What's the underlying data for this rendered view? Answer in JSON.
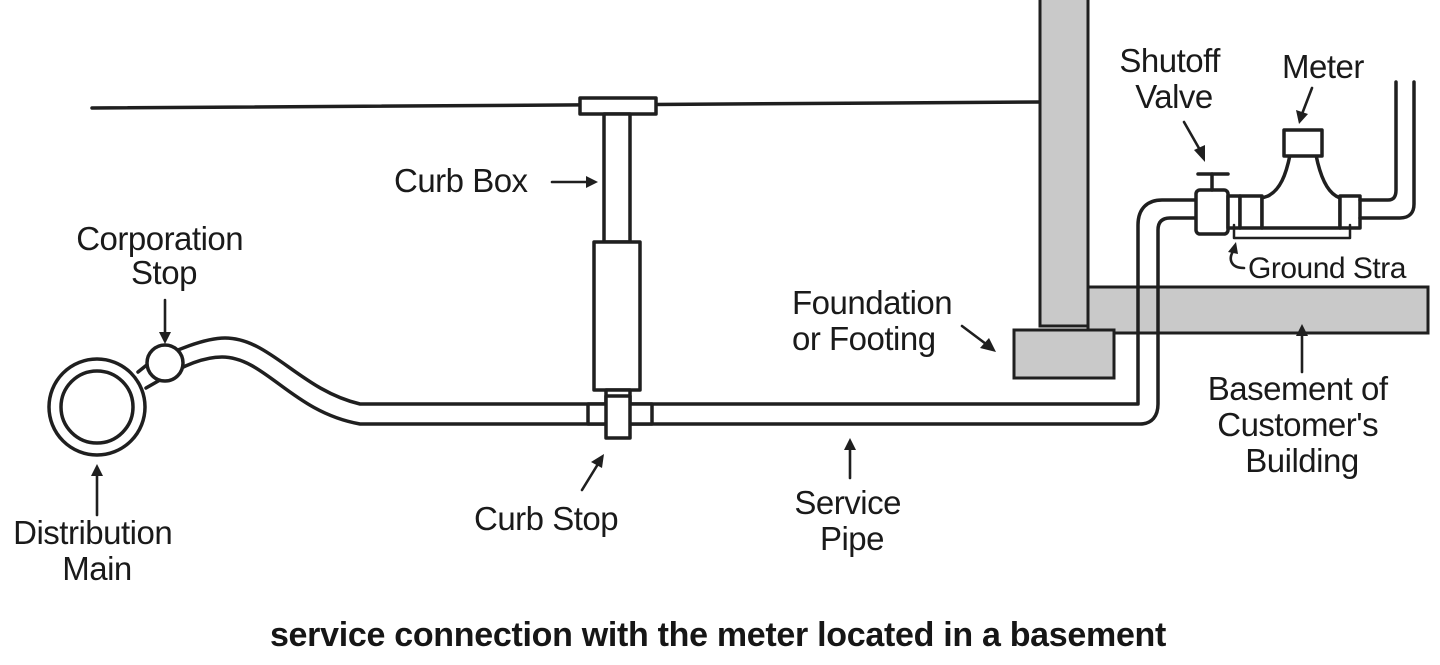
{
  "labels": {
    "corporation_stop": [
      "Corporation",
      "Stop"
    ],
    "distribution_main": [
      "Distribution",
      "Main"
    ],
    "curb_box": "Curb Box",
    "curb_stop": "Curb Stop",
    "service_pipe": [
      "Service",
      "Pipe"
    ],
    "foundation": [
      "Foundation",
      "or Footing"
    ],
    "shutoff_valve": [
      "Shutoff",
      "Valve"
    ],
    "meter": "Meter",
    "ground_strap": "Ground Stra",
    "basement": [
      "Basement of",
      "Customer's",
      "Building"
    ]
  },
  "caption": "service connection with the meter located in a basement"
}
